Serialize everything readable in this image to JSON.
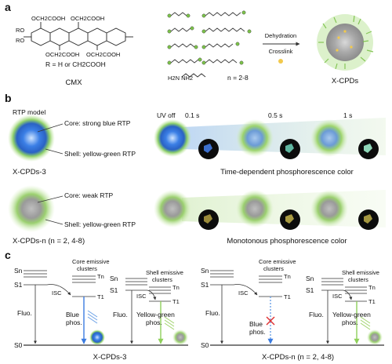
{
  "panel_a": {
    "letter": "a",
    "substituent_ro_1": "RO",
    "substituent_ro_2": "RO",
    "substituent_ocooh_top1": "OCH2COOH",
    "substituent_ocooh_top2": "OCH2COOH",
    "substituent_ocooh_bot1": "OCH2COOH",
    "substituent_ocooh_bot2": "OCH2COOH",
    "r_definition": "R = H or CH2COOH",
    "cmx_label": "CMX",
    "diamine_formula": "H2N       NH2",
    "n_range": "n = 2-8",
    "arrow_top_label": "Dehydration",
    "arrow_bottom_label": "Crosslink",
    "product_label": "X-CPDs"
  },
  "panel_b": {
    "letter": "b",
    "rtp_model_label": "RTP model",
    "core_strong": "Core: strong blue RTP",
    "shell_yg_1": "Shell: yellow-green RTP",
    "sample_1_label": "X-CPDs-3",
    "uv_off": "UV off",
    "t0": "0.1 s",
    "t1": "0.5 s",
    "t2": "1 s",
    "caption_1": "Time-dependent phosphorescence color",
    "core_weak": "Core: weak RTP",
    "shell_yg_2": "Shell: yellow-green RTP",
    "sample_2_label": "X-CPDs-n (n = 2, 4-8)",
    "caption_2": "Monotonous phosphorescence color"
  },
  "panel_c": {
    "letter": "c",
    "sn": "Sn",
    "s1": "S1",
    "s0": "S0",
    "tn": "Tn",
    "t1": "T1",
    "isc": "ISC",
    "fluo": "Fluo.",
    "core_clusters_1": "Core emissive",
    "core_clusters_2": "clusters",
    "shell_clusters_1": "Shell emissive",
    "shell_clusters_2": "clusters",
    "blue_phos_1": "Blue",
    "blue_phos_2": "phos.",
    "yg_phos_1": "Yellow-green",
    "yg_phos_2": "phos.",
    "label_left": "X-CPDs-3",
    "label_right": "X-CPDs-n (n = 2, 4-8)"
  },
  "colors": {
    "blue_core": "#2f6fd6",
    "shell_green": "#9fd36b",
    "emission_blue": "#3a7be0",
    "emission_green": "#8fd05a",
    "cross_red": "#e03030",
    "crosslink_dot": "#f2c94c"
  }
}
